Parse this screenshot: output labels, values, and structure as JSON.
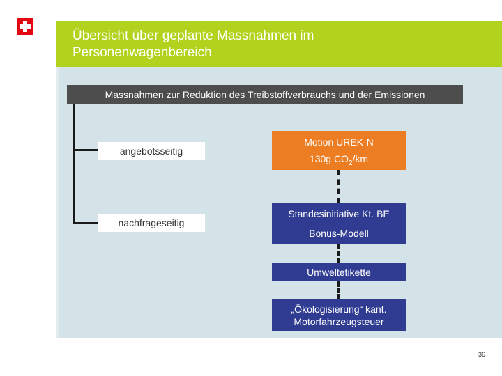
{
  "title": {
    "line1": "Übersicht über geplante Massnahmen im",
    "line2": "Personenwagenbereich"
  },
  "diagram": {
    "header": "Massnahmen zur Reduktion des Treibstoffverbrauchs und der Emissionen",
    "left_nodes": [
      "angebotsseitig",
      "nachfrageseitig"
    ],
    "motion": {
      "line1": "Motion UREK-N",
      "line2_prefix": "130g CO",
      "line2_sub": "2",
      "line2_suffix": "/km"
    },
    "standesinitiative": {
      "line1": "Standesinitiative Kt. BE",
      "line2": "Bonus-Modell"
    },
    "umweltetikette": "Umweltetikette",
    "oekologisierung": {
      "line1": "„Ökologisierung“ kant.",
      "line2": "Motorfahrzeugsteuer"
    }
  },
  "colors": {
    "title_bar": "#b2d31d",
    "panel": "#d3e3e8",
    "header": "#4d4d4d",
    "orange": "#ec7d22",
    "blue": "#2f3c92",
    "swiss_red": "#e30613"
  },
  "logo_icon": "swiss-cross-icon",
  "page_number": "36"
}
